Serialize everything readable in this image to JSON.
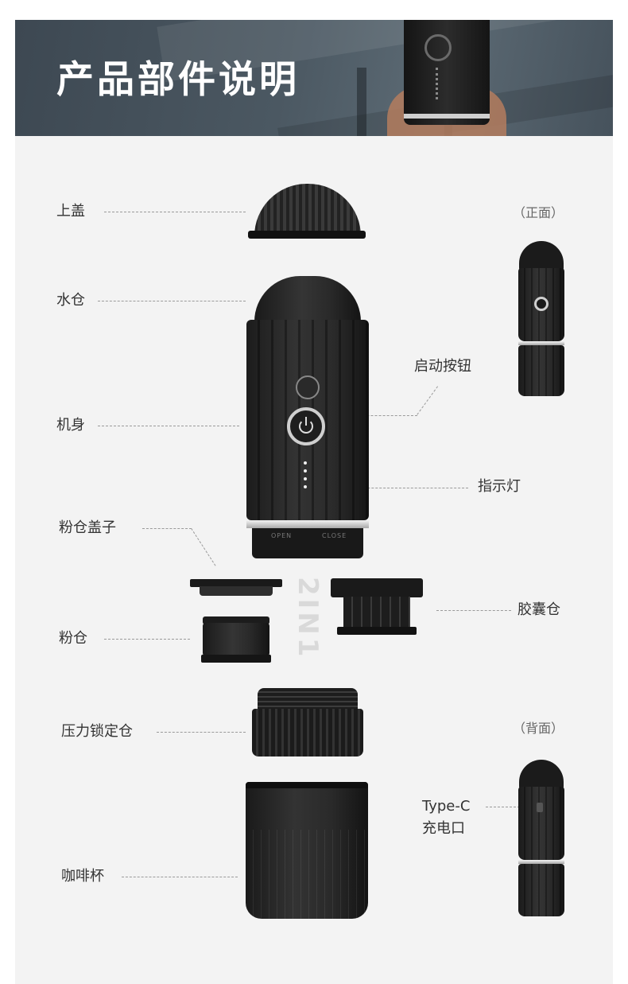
{
  "banner": {
    "title": "产品部件说明"
  },
  "parts": {
    "lid": "上盖",
    "water_tank": "水仓",
    "body": "机身",
    "powder_lid": "粉仓盖子",
    "powder_bin": "粉仓",
    "pressure_lock": "压力锁定仓",
    "coffee_cup": "咖啡杯",
    "start_button": "启动按钮",
    "indicator": "指示灯",
    "capsule_bin": "胶囊仓",
    "type_c_line1": "Type-C",
    "type_c_line2": "充电口"
  },
  "views": {
    "front": "（正面）",
    "back": "（背面）"
  },
  "device_text": {
    "open": "OPEN",
    "close": "CLOSE",
    "badge": "2IN1"
  },
  "colors": {
    "banner": "#46525c",
    "panel": "#f3f3f3",
    "device": "#1e1e1e",
    "accent_silver": "#cfcfcf"
  }
}
